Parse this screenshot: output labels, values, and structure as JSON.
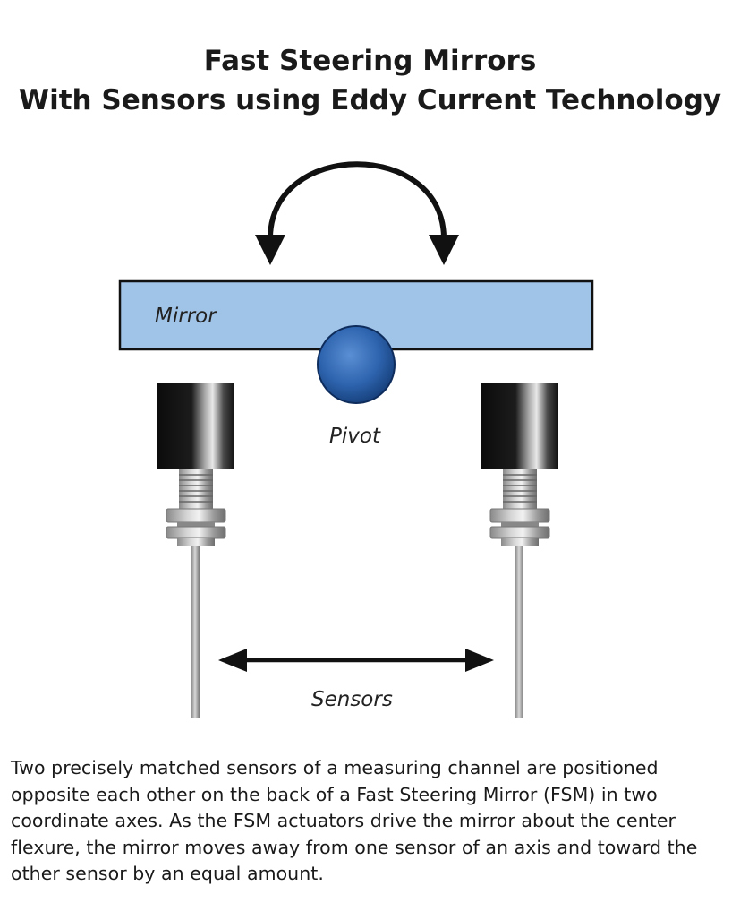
{
  "title": {
    "line1": "Fast Steering Mirrors",
    "line2": "With Sensors using Eddy Current Technology"
  },
  "diagram": {
    "mirror_label": "Mirror",
    "pivot_label": "Pivot",
    "sensors_label": "Sensors",
    "colors": {
      "mirror_fill": "#a0c3e8",
      "pivot_fill": "#2d63ad",
      "sensor_body": "#111111",
      "arrow": "#111111"
    }
  },
  "caption": "Two precisely matched sensors of a measuring channel are positioned opposite each other on the back of a Fast Steering Mirror (FSM) in two coordinate axes. As the FSM actuators drive the mirror about the center flexure, the mirror moves away from one sensor of an axis and toward the other sensor by an equal amount."
}
